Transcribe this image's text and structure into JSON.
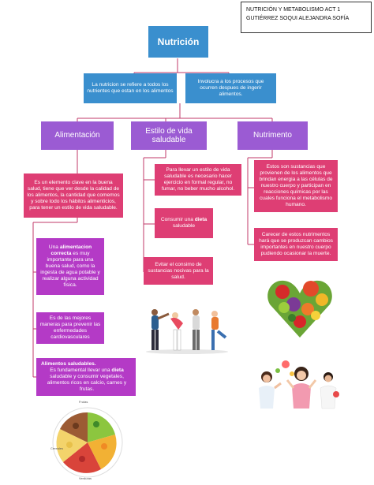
{
  "header": {
    "line1": "NUTRICIÓN Y METABOLISMO ACT 1",
    "line2": "GUTIÉRREZ SOQUI ALEJANDRA SOFÍA"
  },
  "root": {
    "title": "Nutrición"
  },
  "definitions": {
    "left": "La nutricion se refiere a todos los nutrientes que estan en los alimentos",
    "right": "Involucra a los procesos que ocurren despues de ingerir alimentos."
  },
  "branches": {
    "alimentacion": {
      "title": "Alimentación"
    },
    "estilo": {
      "title": "Estilo de vida saludable"
    },
    "nutrimento": {
      "title": "Nutrimento"
    }
  },
  "alimentacion_items": {
    "description": "Es un elemento clave en la buena salud, tiene que ver desde la calidad de los alimentos, la cantidad que comemos y sobre todo los hábitos alimenticios, para tener un estilo de vida saludable.",
    "correcta_pre": "Una ",
    "correcta_bold": "alimentacion correcta",
    "correcta_post": " es muy importante para una buena salud, como la ingesta de agua potable y realizar alguna actividad física.",
    "maneras": "Es de las mejores maneras para prevenir las enfermedades cardiovasculares",
    "saludables_title": "Alimentos saludables.",
    "saludables_pre": "Es fundamental llevar una ",
    "saludables_bold": "dieta",
    "saludables_post": " saludable y consumir vegetales, alimentos ricos en calcio, carnes y frutas."
  },
  "estilo_items": {
    "ejercicio": "Para llevar un estilo de vida saludable es necesario hacer ejercicio en formal regular, no fumar, no beber mucho alcohol.",
    "dieta_pre": "Consumir una ",
    "dieta_bold": "dieta",
    "dieta_post": " saludable",
    "evitar": "Evitar el consimo de sustancias nocivas para la salud."
  },
  "nutrimento_items": {
    "sustancias": "Estos son sustancias que provienen de los alimentos que brindan energia a las células de nuestro cuerpo y participan en reacciones químicas por las cuales funciona el metabolismo humano.",
    "carecer": "Carecer de estos nutrimentos hará que se produzcan cambios  importantes en nuestro cuerpo pudiendo ocasionar la muerte."
  },
  "plate": {
    "labels": [
      "Frutas",
      "Cereales",
      "Verduras"
    ]
  },
  "colors": {
    "blue": "#3a8fce",
    "purple": "#9b5bd3",
    "pink": "#de3e74",
    "magenta": "#b43ac6"
  }
}
